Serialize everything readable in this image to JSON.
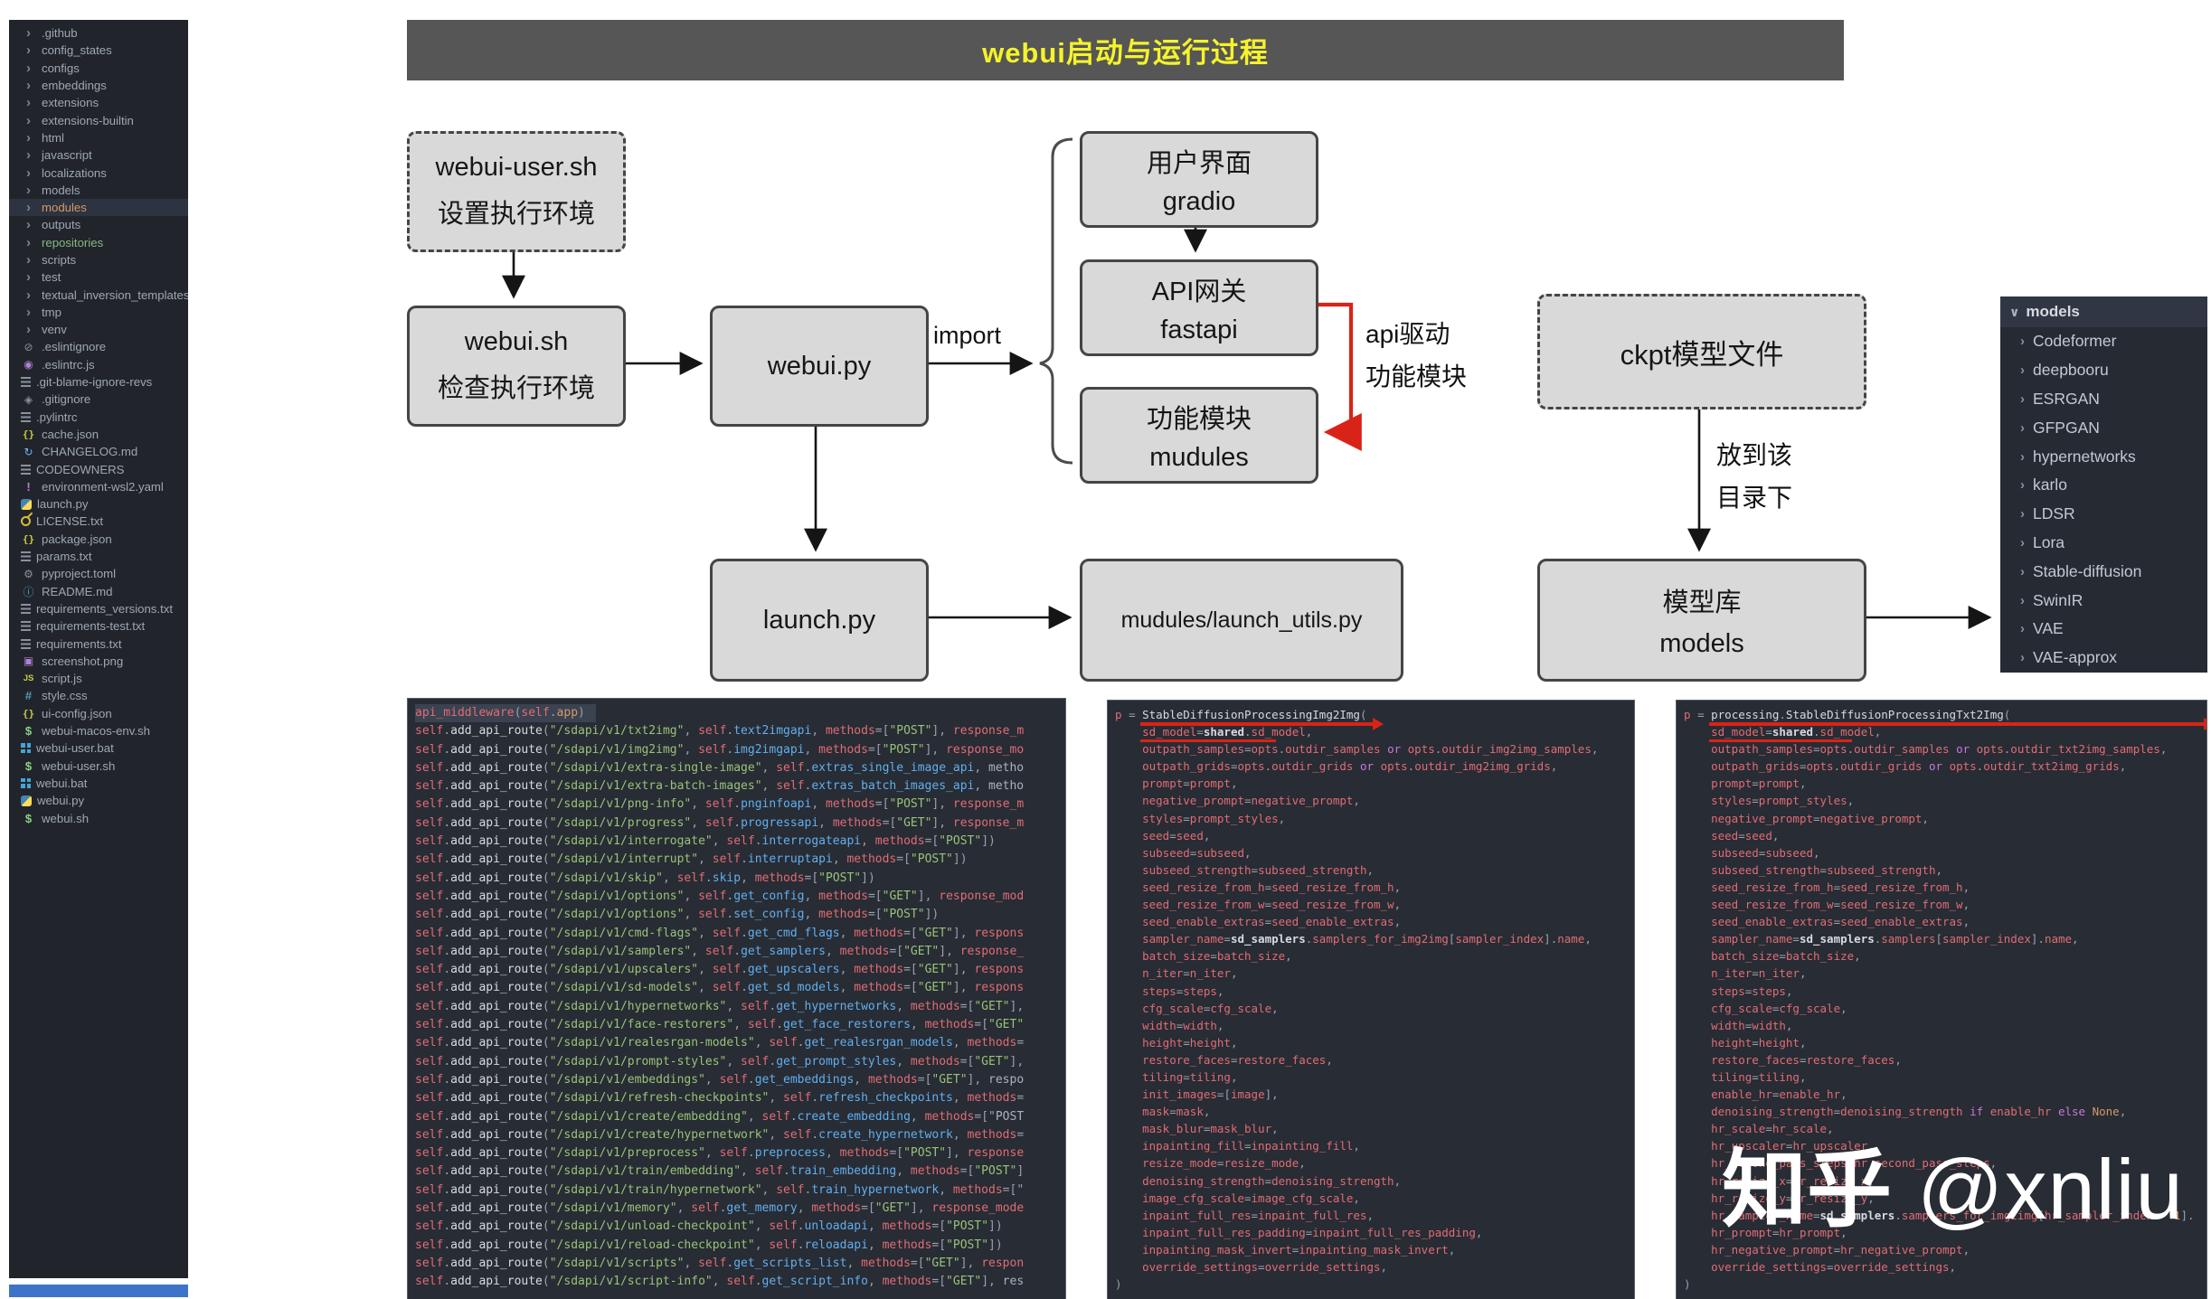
{
  "diagram": {
    "title": "webui启动与运行过程",
    "boxes": {
      "webui_user": {
        "line1": "webui-user.sh",
        "line2": "设置执行环境"
      },
      "webui_sh": {
        "line1": "webui.sh",
        "line2": "检查执行环境"
      },
      "webui_py": {
        "line1": "webui.py"
      },
      "gradio": {
        "line1": "用户界面",
        "line2": "gradio"
      },
      "fastapi": {
        "line1": "API网关",
        "line2": "fastapi"
      },
      "mudules": {
        "line1": "功能模块",
        "line2": "mudules"
      },
      "ckpt": {
        "line1": "ckpt模型文件"
      },
      "models_lib": {
        "line1": "模型库",
        "line2": "models"
      },
      "launch_py": {
        "line1": "launch.py"
      },
      "launch_utils": {
        "line1": "mudules/launch_utils.py"
      }
    },
    "labels": {
      "import_label": "import",
      "api_drive_line1": "api驱动",
      "api_drive_line2": "功能模块",
      "put_line1": "放到该",
      "put_line2": "目录下"
    },
    "models_tree": {
      "header": "models",
      "items": [
        "Codeformer",
        "deepbooru",
        "ESRGAN",
        "GFPGAN",
        "hypernetworks",
        "karlo",
        "LDSR",
        "Lora",
        "Stable-diffusion",
        "SwinIR",
        "VAE",
        "VAE-approx"
      ]
    },
    "colors": {
      "title_text": "#f5f32a",
      "box_fill": "#d9d9d9",
      "red_arrow": "#d92318",
      "statusbar_blue": "#3d74c9"
    }
  },
  "sidebar": {
    "items": [
      {
        "label": ".github",
        "kind": "folder",
        "icon": "chevron"
      },
      {
        "label": "config_states",
        "kind": "folder",
        "icon": "chevron"
      },
      {
        "label": "configs",
        "kind": "folder",
        "icon": "chevron"
      },
      {
        "label": "embeddings",
        "kind": "folder",
        "icon": "chevron"
      },
      {
        "label": "extensions",
        "kind": "folder",
        "icon": "chevron"
      },
      {
        "label": "extensions-builtin",
        "kind": "folder",
        "icon": "chevron"
      },
      {
        "label": "html",
        "kind": "folder",
        "icon": "chevron"
      },
      {
        "label": "javascript",
        "kind": "folder",
        "icon": "chevron"
      },
      {
        "label": "localizations",
        "kind": "folder",
        "icon": "chevron"
      },
      {
        "label": "models",
        "kind": "folder",
        "icon": "chevron"
      },
      {
        "label": "modules",
        "kind": "folder",
        "icon": "chevron",
        "selected": true,
        "label_color": "#d19a66"
      },
      {
        "label": "outputs",
        "kind": "folder",
        "icon": "chevron"
      },
      {
        "label": "repositories",
        "kind": "folder",
        "icon": "chevron",
        "label_color": "#87b87f"
      },
      {
        "label": "scripts",
        "kind": "folder",
        "icon": "chevron"
      },
      {
        "label": "test",
        "kind": "folder",
        "icon": "chevron"
      },
      {
        "label": "textual_inversion_templates",
        "kind": "folder",
        "icon": "chevron"
      },
      {
        "label": "tmp",
        "kind": "folder",
        "icon": "chevron"
      },
      {
        "label": "venv",
        "kind": "folder",
        "icon": "chevron"
      },
      {
        "label": ".eslintignore",
        "kind": "file",
        "icon": "circle-slash",
        "color": "#8a919f"
      },
      {
        "label": ".eslintrc.js",
        "kind": "file",
        "icon": "circle-dot",
        "color": "#b180d7"
      },
      {
        "label": ".git-blame-ignore-revs",
        "kind": "file",
        "icon": "list"
      },
      {
        "label": ".gitignore",
        "kind": "file",
        "icon": "diamond",
        "color": "#8a919f"
      },
      {
        "label": ".pylintrc",
        "kind": "file",
        "icon": "list"
      },
      {
        "label": "cache.json",
        "kind": "file",
        "icon": "braces",
        "color": "#cbcb41"
      },
      {
        "label": "CHANGELOG.md",
        "kind": "file",
        "icon": "history",
        "color": "#6cb6ff"
      },
      {
        "label": "CODEOWNERS",
        "kind": "file",
        "icon": "list"
      },
      {
        "label": "environment-wsl2.yaml",
        "kind": "file",
        "icon": "exclaim",
        "color": "#c678dd"
      },
      {
        "label": "launch.py",
        "kind": "file",
        "icon": "python"
      },
      {
        "label": "LICENSE.txt",
        "kind": "file",
        "icon": "key",
        "color": "#d7ba3d"
      },
      {
        "label": "package.json",
        "kind": "file",
        "icon": "braces",
        "color": "#cbcb41"
      },
      {
        "label": "params.txt",
        "kind": "file",
        "icon": "list"
      },
      {
        "label": "pyproject.toml",
        "kind": "file",
        "icon": "gear",
        "color": "#8a919f"
      },
      {
        "label": "README.md",
        "kind": "file",
        "icon": "info",
        "color": "#5aa0d8"
      },
      {
        "label": "requirements_versions.txt",
        "kind": "file",
        "icon": "list"
      },
      {
        "label": "requirements-test.txt",
        "kind": "file",
        "icon": "list"
      },
      {
        "label": "requirements.txt",
        "kind": "file",
        "icon": "list"
      },
      {
        "label": "screenshot.png",
        "kind": "file",
        "icon": "image",
        "color": "#b180d7"
      },
      {
        "label": "script.js",
        "kind": "file",
        "icon": "js",
        "color": "#cbcb41"
      },
      {
        "label": "style.css",
        "kind": "file",
        "icon": "hash",
        "color": "#519aba"
      },
      {
        "label": "ui-config.json",
        "kind": "file",
        "icon": "braces",
        "color": "#cbcb41"
      },
      {
        "label": "webui-macos-env.sh",
        "kind": "file",
        "icon": "dollar",
        "color": "#89d185"
      },
      {
        "label": "webui-user.bat",
        "kind": "file",
        "icon": "windows",
        "color": "#41a6d9"
      },
      {
        "label": "webui-user.sh",
        "kind": "file",
        "icon": "dollar",
        "color": "#89d185"
      },
      {
        "label": "webui.bat",
        "kind": "file",
        "icon": "windows",
        "color": "#41a6d9"
      },
      {
        "label": "webui.py",
        "kind": "file",
        "icon": "python"
      },
      {
        "label": "webui.sh",
        "kind": "file",
        "icon": "dollar",
        "color": "#89d185"
      }
    ]
  },
  "code_panels": [
    {
      "name": "api_routes",
      "mode": "api",
      "highlight_first": true,
      "lines": [
        "api_middleware(self.app)",
        "self.add_api_route(\"/sdapi/v1/txt2img\", self.text2imgapi, methods=[\"POST\"], response_m",
        "self.add_api_route(\"/sdapi/v1/img2img\", self.img2imgapi, methods=[\"POST\"], response_mo",
        "self.add_api_route(\"/sdapi/v1/extra-single-image\", self.extras_single_image_api, metho",
        "self.add_api_route(\"/sdapi/v1/extra-batch-images\", self.extras_batch_images_api, metho",
        "self.add_api_route(\"/sdapi/v1/png-info\", self.pnginfoapi, methods=[\"POST\"], response_m",
        "self.add_api_route(\"/sdapi/v1/progress\", self.progressapi, methods=[\"GET\"], response_m",
        "self.add_api_route(\"/sdapi/v1/interrogate\", self.interrogateapi, methods=[\"POST\"])",
        "self.add_api_route(\"/sdapi/v1/interrupt\", self.interruptapi, methods=[\"POST\"])",
        "self.add_api_route(\"/sdapi/v1/skip\", self.skip, methods=[\"POST\"])",
        "self.add_api_route(\"/sdapi/v1/options\", self.get_config, methods=[\"GET\"], response_mod",
        "self.add_api_route(\"/sdapi/v1/options\", self.set_config, methods=[\"POST\"])",
        "self.add_api_route(\"/sdapi/v1/cmd-flags\", self.get_cmd_flags, methods=[\"GET\"], respons",
        "self.add_api_route(\"/sdapi/v1/samplers\", self.get_samplers, methods=[\"GET\"], response_",
        "self.add_api_route(\"/sdapi/v1/upscalers\", self.get_upscalers, methods=[\"GET\"], respons",
        "self.add_api_route(\"/sdapi/v1/sd-models\", self.get_sd_models, methods=[\"GET\"], respons",
        "self.add_api_route(\"/sdapi/v1/hypernetworks\", self.get_hypernetworks, methods=[\"GET\"],",
        "self.add_api_route(\"/sdapi/v1/face-restorers\", self.get_face_restorers, methods=[\"GET\"",
        "self.add_api_route(\"/sdapi/v1/realesrgan-models\", self.get_realesrgan_models, methods=",
        "self.add_api_route(\"/sdapi/v1/prompt-styles\", self.get_prompt_styles, methods=[\"GET\"],",
        "self.add_api_route(\"/sdapi/v1/embeddings\", self.get_embeddings, methods=[\"GET\"], respo",
        "self.add_api_route(\"/sdapi/v1/refresh-checkpoints\", self.refresh_checkpoints, methods=",
        "self.add_api_route(\"/sdapi/v1/create/embedding\", self.create_embedding, methods=[\"POST",
        "self.add_api_route(\"/sdapi/v1/create/hypernetwork\", self.create_hypernetwork, methods=",
        "self.add_api_route(\"/sdapi/v1/preprocess\", self.preprocess, methods=[\"POST\"], response",
        "self.add_api_route(\"/sdapi/v1/train/embedding\", self.train_embedding, methods=[\"POST\"]",
        "self.add_api_route(\"/sdapi/v1/train/hypernetwork\", self.train_hypernetwork, methods=[\"",
        "self.add_api_route(\"/sdapi/v1/memory\", self.get_memory, methods=[\"GET\"], response_mode",
        "self.add_api_route(\"/sdapi/v1/unload-checkpoint\", self.unloadapi, methods=[\"POST\"])",
        "self.add_api_route(\"/sdapi/v1/reload-checkpoint\", self.reloadapi, methods=[\"POST\"])",
        "self.add_api_route(\"/sdapi/v1/scripts\", self.get_scripts_list, methods=[\"GET\"], respon",
        "self.add_api_route(\"/sdapi/v1/script-info\", self.get_script_info, methods=[\"GET\"], res"
      ]
    },
    {
      "name": "img2img_processing",
      "mode": "kw",
      "lines": [
        "p = StableDiffusionProcessingImg2Img(",
        "    sd_model=shared.sd_model,",
        "    outpath_samples=opts.outdir_samples or opts.outdir_img2img_samples,",
        "    outpath_grids=opts.outdir_grids or opts.outdir_img2img_grids,",
        "    prompt=prompt,",
        "    negative_prompt=negative_prompt,",
        "    styles=prompt_styles,",
        "    seed=seed,",
        "    subseed=subseed,",
        "    subseed_strength=subseed_strength,",
        "    seed_resize_from_h=seed_resize_from_h,",
        "    seed_resize_from_w=seed_resize_from_w,",
        "    seed_enable_extras=seed_enable_extras,",
        "    sampler_name=sd_samplers.samplers_for_img2img[sampler_index].name,",
        "    batch_size=batch_size,",
        "    n_iter=n_iter,",
        "    steps=steps,",
        "    cfg_scale=cfg_scale,",
        "    width=width,",
        "    height=height,",
        "    restore_faces=restore_faces,",
        "    tiling=tiling,",
        "    init_images=[image],",
        "    mask=mask,",
        "    mask_blur=mask_blur,",
        "    inpainting_fill=inpainting_fill,",
        "    resize_mode=resize_mode,",
        "    denoising_strength=denoising_strength,",
        "    image_cfg_scale=image_cfg_scale,",
        "    inpaint_full_res=inpaint_full_res,",
        "    inpaint_full_res_padding=inpaint_full_res_padding,",
        "    inpainting_mask_invert=inpainting_mask_invert,",
        "    override_settings=override_settings,",
        ")"
      ]
    },
    {
      "name": "txt2img_processing",
      "mode": "kw",
      "lines": [
        "p = processing.StableDiffusionProcessingTxt2Img(",
        "    sd_model=shared.sd_model,",
        "    outpath_samples=opts.outdir_samples or opts.outdir_txt2img_samples,",
        "    outpath_grids=opts.outdir_grids or opts.outdir_txt2img_grids,",
        "    prompt=prompt,",
        "    styles=prompt_styles,",
        "    negative_prompt=negative_prompt,",
        "    seed=seed,",
        "    subseed=subseed,",
        "    subseed_strength=subseed_strength,",
        "    seed_resize_from_h=seed_resize_from_h,",
        "    seed_resize_from_w=seed_resize_from_w,",
        "    seed_enable_extras=seed_enable_extras,",
        "    sampler_name=sd_samplers.samplers[sampler_index].name,",
        "    batch_size=batch_size,",
        "    n_iter=n_iter,",
        "    steps=steps,",
        "    cfg_scale=cfg_scale,",
        "    width=width,",
        "    height=height,",
        "    restore_faces=restore_faces,",
        "    tiling=tiling,",
        "    enable_hr=enable_hr,",
        "    denoising_strength=denoising_strength if enable_hr else None,",
        "    hr_scale=hr_scale,",
        "    hr_upscaler=hr_upscaler,",
        "    hr_second_pass_steps=hr_second_pass_steps,",
        "    hr_resize_x=hr_resize_x,",
        "    hr_resize_y=hr_resize_y,",
        "    hr_sampler_name=sd_samplers.samplers_for_img2img[hr_sampler_index - 1].",
        "    hr_prompt=hr_prompt,",
        "    hr_negative_prompt=hr_negative_prompt,",
        "    override_settings=override_settings,",
        ")"
      ]
    }
  ],
  "watermark": {
    "zhihu": "知乎",
    "handle": "@xnliu"
  }
}
